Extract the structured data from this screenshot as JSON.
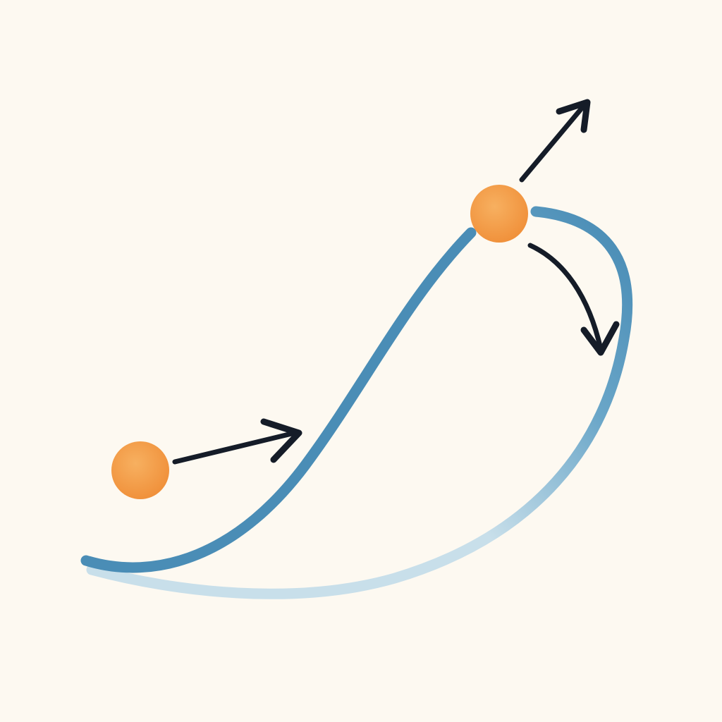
{
  "colors": {
    "background": "#fdf9f1",
    "curve": "#4a8db6",
    "curve_faded": "#c8dfea",
    "ball": "#f39a45",
    "ball_highlight": "#f7b060",
    "arrow": "#151c28"
  },
  "elements": {
    "balls": [
      {
        "name": "ball-start",
        "role": "ball"
      },
      {
        "name": "ball-peak",
        "role": "ball"
      }
    ],
    "arrows": [
      {
        "name": "arrow-start-rightward",
        "icon": "arrow-right-icon"
      },
      {
        "name": "arrow-peak-up-right",
        "icon": "arrow-up-right-icon"
      },
      {
        "name": "arrow-peak-curving-down",
        "icon": "curved-arrow-down-icon"
      }
    ],
    "curves": [
      {
        "name": "curve-ascending-track"
      },
      {
        "name": "curve-return-track"
      }
    ]
  }
}
